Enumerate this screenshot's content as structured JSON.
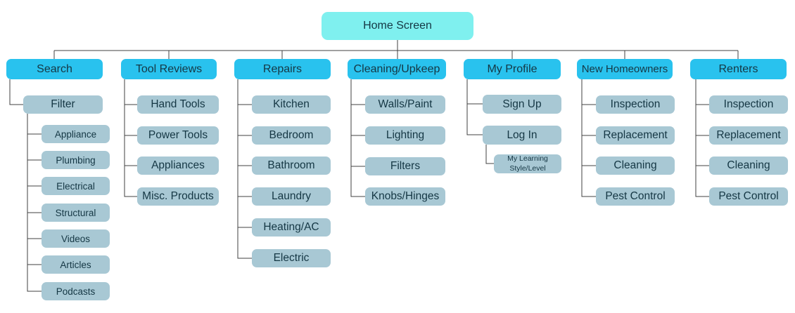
{
  "diagram": {
    "root": {
      "label": "Home Screen"
    },
    "colors": {
      "root": "#7ff0ef",
      "section": "#29c2ee",
      "item": "#a8c8d4",
      "text": "#153744",
      "line": "#404040",
      "background": "#ffffff"
    },
    "columns": [
      {
        "label": "Search",
        "items": [
          {
            "label": "Filter",
            "items": [
              {
                "label": "Appliance"
              },
              {
                "label": "Plumbing"
              },
              {
                "label": "Electrical"
              },
              {
                "label": "Structural"
              },
              {
                "label": "Videos"
              },
              {
                "label": "Articles"
              },
              {
                "label": "Podcasts"
              }
            ]
          }
        ]
      },
      {
        "label": "Tool Reviews",
        "items": [
          {
            "label": "Hand Tools"
          },
          {
            "label": "Power Tools"
          },
          {
            "label": "Appliances"
          },
          {
            "label": "Misc. Products"
          }
        ]
      },
      {
        "label": "Repairs",
        "items": [
          {
            "label": "Kitchen"
          },
          {
            "label": "Bedroom"
          },
          {
            "label": "Bathroom"
          },
          {
            "label": "Laundry"
          },
          {
            "label": "Heating/AC"
          },
          {
            "label": "Electric"
          }
        ]
      },
      {
        "label": "Cleaning/Upkeep",
        "items": [
          {
            "label": "Walls/Paint"
          },
          {
            "label": "Lighting"
          },
          {
            "label": "Filters"
          },
          {
            "label": "Knobs/Hinges"
          }
        ]
      },
      {
        "label": "My Profile",
        "items": [
          {
            "label": "Sign Up"
          },
          {
            "label": "Log In",
            "items": [
              {
                "label": "My Learning Style/Level"
              }
            ]
          }
        ]
      },
      {
        "label": "New Homeowners",
        "items": [
          {
            "label": "Inspection"
          },
          {
            "label": "Replacement"
          },
          {
            "label": "Cleaning"
          },
          {
            "label": "Pest Control"
          }
        ]
      },
      {
        "label": "Renters",
        "items": [
          {
            "label": "Inspection"
          },
          {
            "label": "Replacement"
          },
          {
            "label": "Cleaning"
          },
          {
            "label": "Pest Control"
          }
        ]
      }
    ]
  }
}
